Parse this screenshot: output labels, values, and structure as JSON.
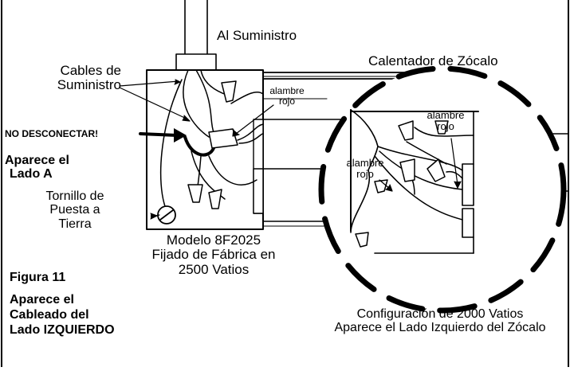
{
  "labels": {
    "supply_top": "Al Suministro",
    "heater": "Calentador de Zócalo",
    "supply_cables": [
      "Cables de",
      "Suministro"
    ],
    "red_wire_box": [
      "alambre",
      "rojo"
    ],
    "do_not_disconnect": "NO DESCONECTAR!",
    "side_a": [
      "Aparece el",
      "Lado A"
    ],
    "ground_screw": [
      "Tornillo de",
      "Puesta a",
      "Tierra"
    ],
    "model": [
      "Modelo 8F2025",
      "Fijado de Fábrica en",
      "2500 Vatios"
    ],
    "figure_number": "Figura 11",
    "figure_caption": [
      "Aparece el",
      "Cableado del",
      "Lado IZQUIERDO"
    ],
    "red_wire_inset_right": [
      "alambre",
      "rojo"
    ],
    "red_wire_inset_left": [
      "alambre",
      "rojo"
    ],
    "config": [
      "Configuración de 2000 Vatios",
      "Aparece el Lado Izquierdo del Zócalo"
    ]
  },
  "colors": {
    "ink": "#000000",
    "paper": "#ffffff"
  }
}
